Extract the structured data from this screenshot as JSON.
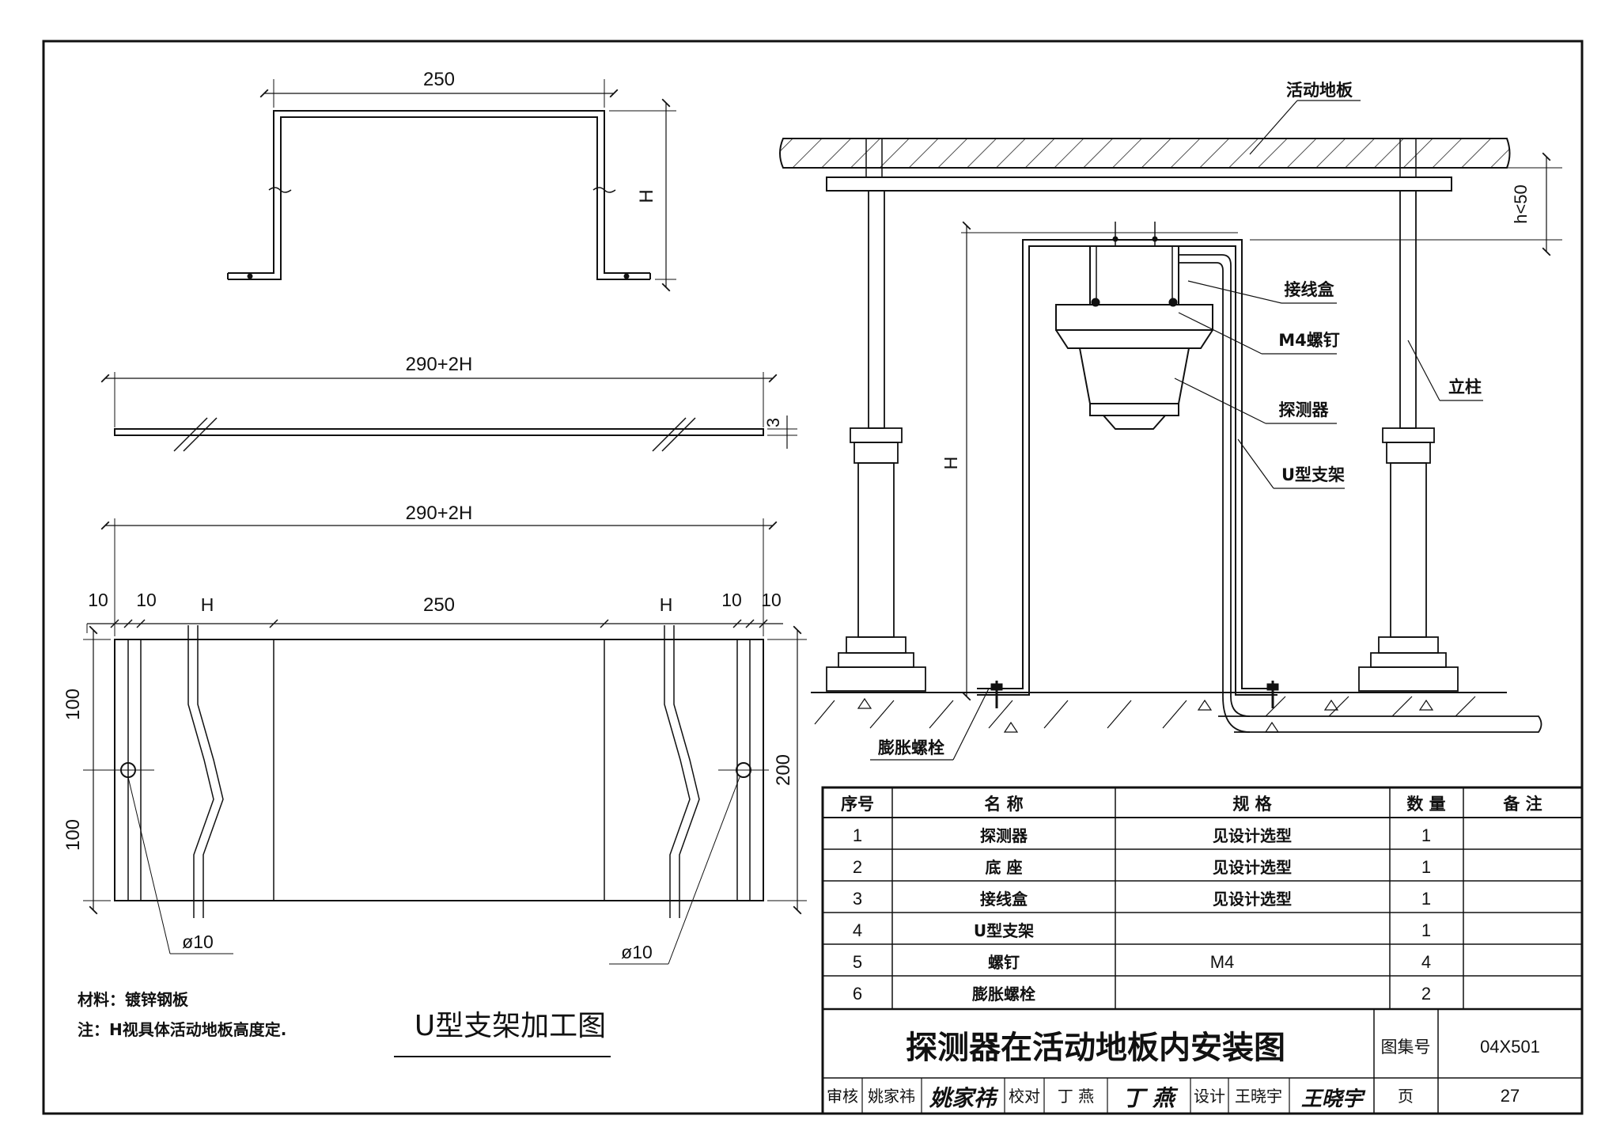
{
  "u_bracket_drawing": {
    "profile": {
      "top_width": "250",
      "height": "H"
    },
    "strip": {
      "length": "290+2H",
      "thickness": "3"
    },
    "flat_pattern": {
      "length": "290+2H",
      "segments": [
        "10",
        "10",
        "H",
        "250",
        "H",
        "10",
        "10"
      ],
      "heights": [
        "100",
        "100"
      ],
      "total_height": "200",
      "hole_left": "ø10",
      "hole_right": "ø10"
    },
    "material_note": "材料：镀锌钢板",
    "note": "注：H视具体活动地板高度定.",
    "title": "U型支架加工图"
  },
  "installation_drawing": {
    "labels": {
      "floor": "活动地板",
      "junction_box": "接线盒",
      "screw": "M4螺钉",
      "pillar": "立柱",
      "detector": "探测器",
      "bracket": "U型支架",
      "anchor": "膨胀螺栓"
    },
    "dims": {
      "gap": "h<50",
      "height": "H"
    }
  },
  "parts_table": {
    "headers": [
      "序号",
      "名 称",
      "规 格",
      "数 量",
      "备 注"
    ],
    "rows": [
      [
        "1",
        "探测器",
        "见设计选型",
        "1",
        ""
      ],
      [
        "2",
        "底 座",
        "见设计选型",
        "1",
        ""
      ],
      [
        "3",
        "接线盒",
        "见设计选型",
        "1",
        ""
      ],
      [
        "4",
        "U型支架",
        "",
        "1",
        ""
      ],
      [
        "5",
        "螺钉",
        "M4",
        "4",
        ""
      ],
      [
        "6",
        "膨胀螺栓",
        "",
        "2",
        ""
      ]
    ]
  },
  "title_block": {
    "title": "探测器在活动地板内安装图",
    "atlas_label": "图集号",
    "atlas_no": "04X501",
    "review_label": "审核",
    "reviewer": "姚家祎",
    "check_label": "校对",
    "checker": "丁 燕",
    "design_label": "设计",
    "designer": "王晓宇",
    "page_label": "页",
    "page_no": "27"
  }
}
